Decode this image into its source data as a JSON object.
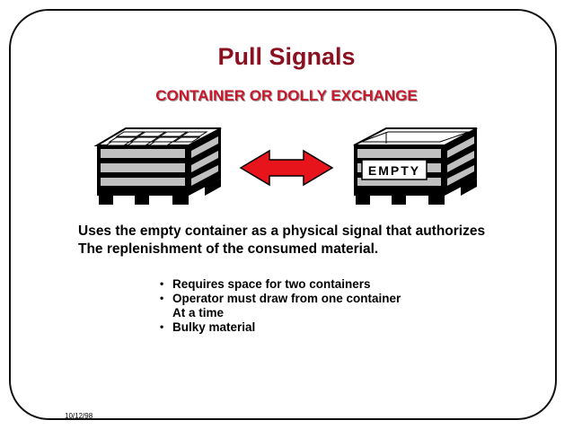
{
  "slide": {
    "title": "Pull Signals",
    "subtitle": "CONTAINER OR DOLLY EXCHANGE",
    "empty_label": "EMPTY",
    "paragraph": {
      "line1": "Uses the empty container as a physical signal that authorizes",
      "line2": "The replenishment of the consumed material."
    },
    "bullets": [
      "Requires space for two containers",
      "Operator must draw from one container",
      "At a time",
      "Bulky material"
    ],
    "date": "10/12/98"
  },
  "colors": {
    "title": "#8b1020",
    "subtitle": "#c8182c",
    "arrow": "#e8141c",
    "container_band": "#c0c0c0"
  },
  "icons": [
    "full-container-icon",
    "double-arrow-icon",
    "empty-container-icon"
  ]
}
